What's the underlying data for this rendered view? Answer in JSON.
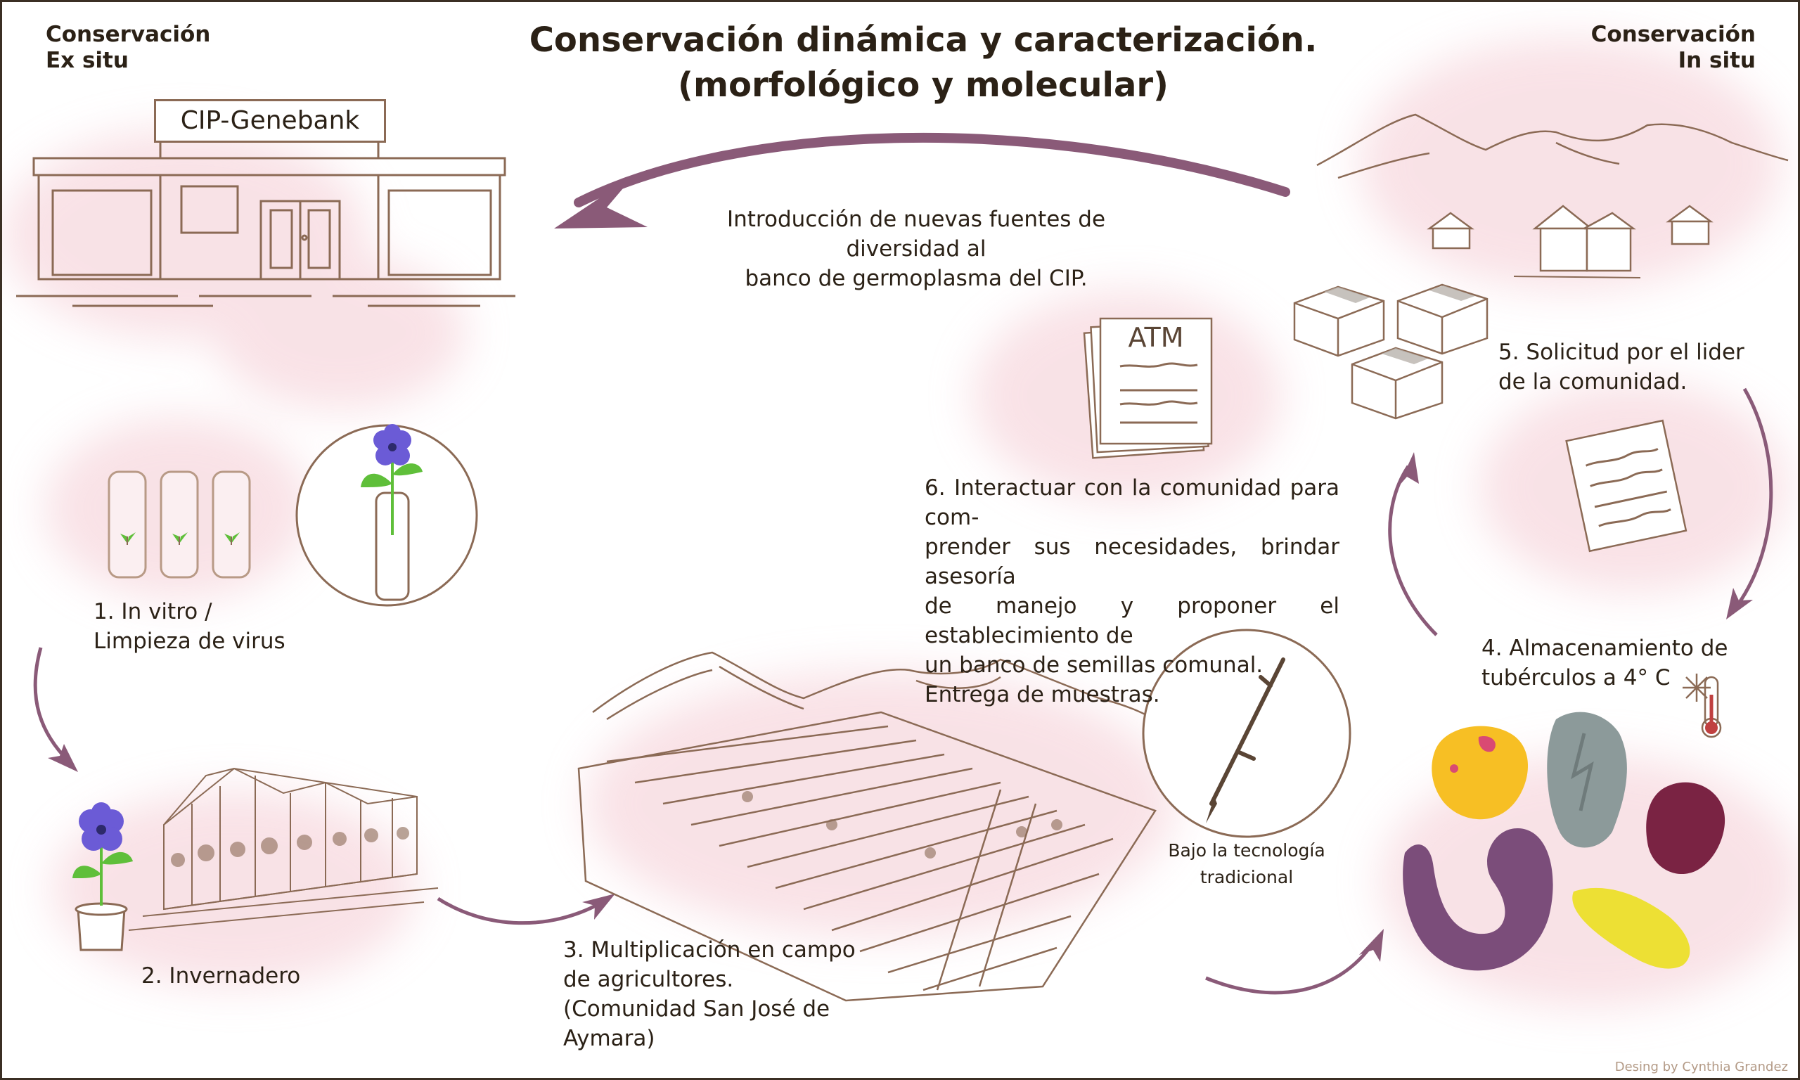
{
  "title": {
    "line1": "Conservación dinámica y caracterización.",
    "line2": "(morfológico y molecular)"
  },
  "ex_situ": {
    "line1": "Conservación",
    "line2": "Ex situ"
  },
  "in_situ": {
    "line1": "Conservación",
    "line2": "In situ"
  },
  "genebank_sign": "CIP-Genebank",
  "atm_label": "ATM",
  "intro_text": {
    "line1": "Introducción de nuevas fuentes de diversidad al",
    "line2": "banco de germoplasma del CIP."
  },
  "steps": {
    "s1": {
      "line1": "1. In vitro /",
      "line2": "Limpieza de virus"
    },
    "s2": {
      "line1": "2. Invernadero"
    },
    "s3": {
      "line1": "3. Multiplicación en campo",
      "line2": "de agricultores.",
      "line3": "(Comunidad San José de",
      "line4": "Aymara)"
    },
    "s4": {
      "line1": "4. Almacenamiento de",
      "line2": "tubérculos a 4° C"
    },
    "s5": {
      "line1": "5. Solicitud por el lider",
      "line2": "de la comunidad."
    },
    "s6": {
      "line1": "6. Interactuar con la comunidad para com-",
      "line2": "prender sus necesidades, brindar asesoría",
      "line3": "de manejo y proponer el establecimiento de",
      "line4": "un banco de semillas comunal.",
      "line5": "Entrega de muestras."
    }
  },
  "traditional": {
    "line1": "Bajo la tecnología",
    "line2": "tradicional"
  },
  "credit": "Desing by Cynthia Grandez",
  "icons": {
    "genebank": "building-icon",
    "test_tubes": "test-tube-icon",
    "flower_tube": "flower-in-tube-icon",
    "potted_flower": "potted-flower-icon",
    "greenhouse": "greenhouse-icon",
    "field": "farm-field-icon",
    "foot_plough": "foot-plough-icon",
    "potatoes": "potato-tubers-icon",
    "thermometer": "snowflake-thermometer-icon",
    "document": "document-icon",
    "boxes": "cardboard-boxes-icon",
    "village": "mountain-village-icon"
  },
  "colors": {
    "arrow": "#8a5a78",
    "line_art": "#8b6a55",
    "watercolor": "#f2c7cf",
    "flower": "#6b5bd6",
    "leaf": "#5fbf3a"
  }
}
